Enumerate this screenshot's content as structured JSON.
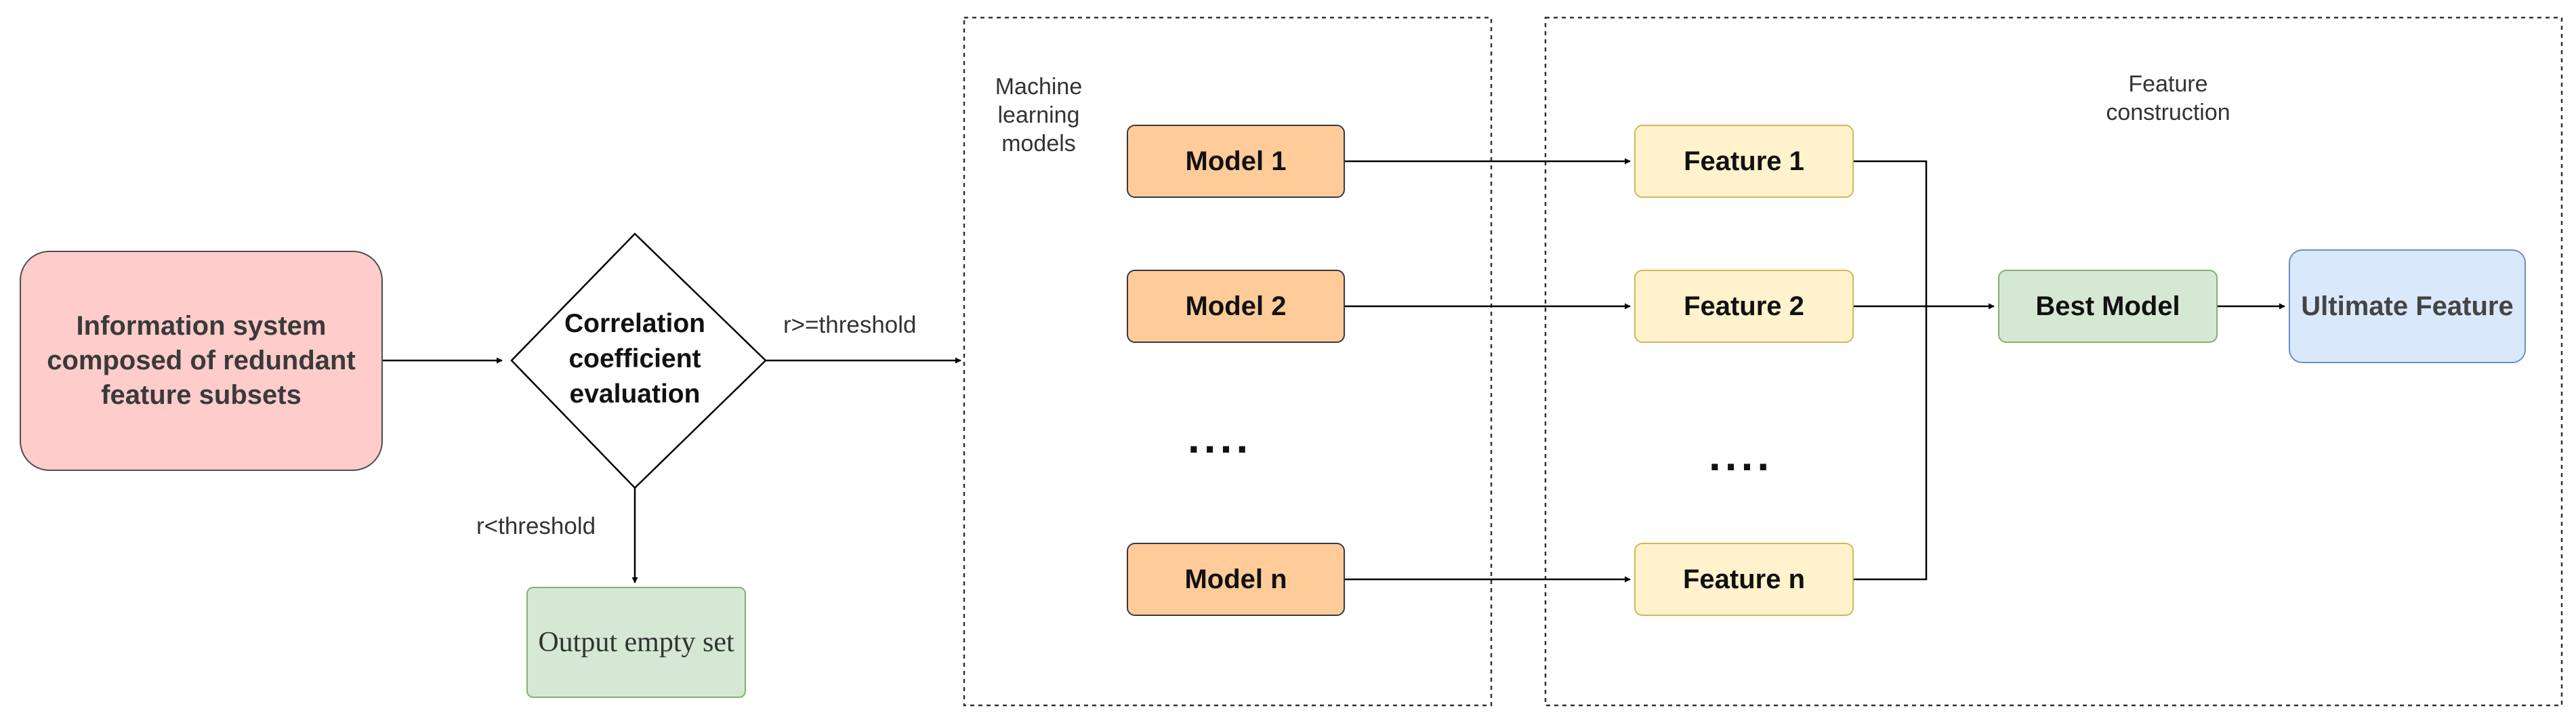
{
  "nodes": {
    "information_system": "Information system composed of redundant feature subsets",
    "correlation": "Correlation coefficient evaluation",
    "output_empty": "Output empty set",
    "best_model": "Best Model",
    "ultimate_feature": "Ultimate Feature"
  },
  "edges": {
    "pass_label": "r>=threshold",
    "fail_label": "r<threshold"
  },
  "models_group": {
    "title": "Machine learning models",
    "items": [
      "Model 1",
      "Model 2",
      "Model n"
    ],
    "ellipsis": "...."
  },
  "features_group": {
    "title": "Feature construction",
    "items": [
      "Feature 1",
      "Feature 2",
      "Feature n"
    ],
    "ellipsis": "...."
  },
  "colors": {
    "info_fill": "#ffcccc",
    "model_fill": "#ffcc99",
    "feature_fill": "#fff2cc",
    "feature_stroke": "#d6b656",
    "green_fill": "#d5e8d4",
    "green_stroke": "#82b366",
    "blue_fill": "#dae8fc",
    "blue_stroke": "#6c8ebf"
  }
}
